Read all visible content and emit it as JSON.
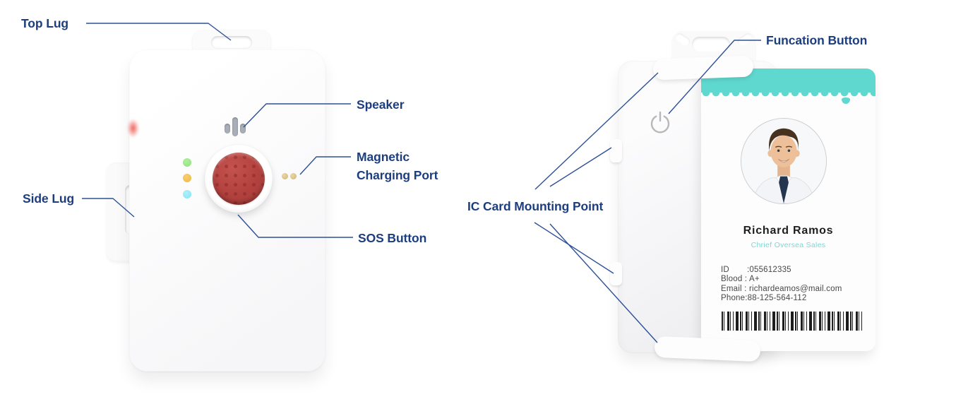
{
  "annotations": {
    "top_lug": "Top Lug",
    "side_lug": "Side Lug",
    "speaker": "Speaker",
    "magnetic_charging_port": "Magnetic Charging Port",
    "sos_button": "SOS Button",
    "function_button": "Funcation Button",
    "ic_card_mounting_point": "IC Card Mounting Point"
  },
  "id_card": {
    "name": "Richard Ramos",
    "title": "Chrief Oversea Sales",
    "id_label": "ID",
    "id_value": ":055612335",
    "info_lines": [
      "Blood : A+",
      "Email : richardeamos@mail.com",
      "Phone:88-125-564-112"
    ]
  },
  "colors": {
    "annotation_text": "#1d3e7e",
    "leader_line": "#2d5097",
    "card_accent_teal": "#5fd8cf",
    "sos_button_red": "#b2413e",
    "led_green": "#8fe07d",
    "led_amber": "#f0b845",
    "led_cyan": "#84e4f2",
    "charging_contact_gold": "#d2b272"
  }
}
